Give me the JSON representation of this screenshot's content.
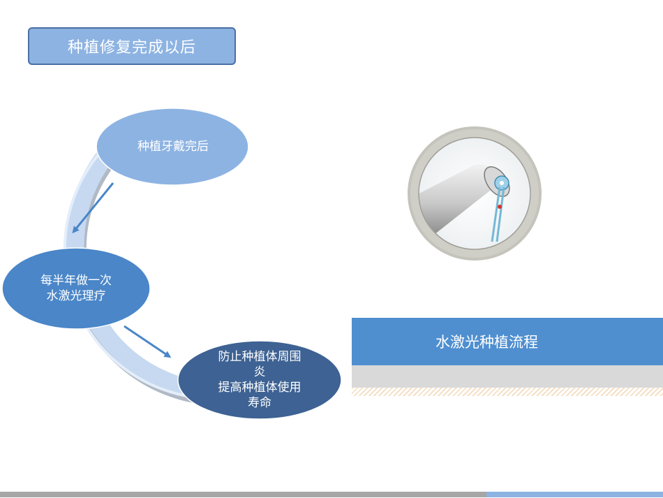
{
  "header": {
    "title": "种植修复完成以后"
  },
  "cycle": {
    "steps": [
      {
        "label": "种植牙戴完后"
      },
      {
        "label": "每半年做一次\n水激光理疗"
      },
      {
        "label": "防止种植体周围\n炎\n提高种植体使用\n寿命"
      }
    ]
  },
  "banner": {
    "title": "水激光种植流程"
  },
  "colors": {
    "title_fill": "#8db3e2",
    "step1_fill": "#8db3e2",
    "step2_fill": "#4a86c8",
    "step3_fill": "#3d6293",
    "arrow": "#4a86c8",
    "banner": "#4f8fd0",
    "ring": "#c6d9f1"
  },
  "icons": {
    "illustration": "laser-handpiece-icon"
  }
}
